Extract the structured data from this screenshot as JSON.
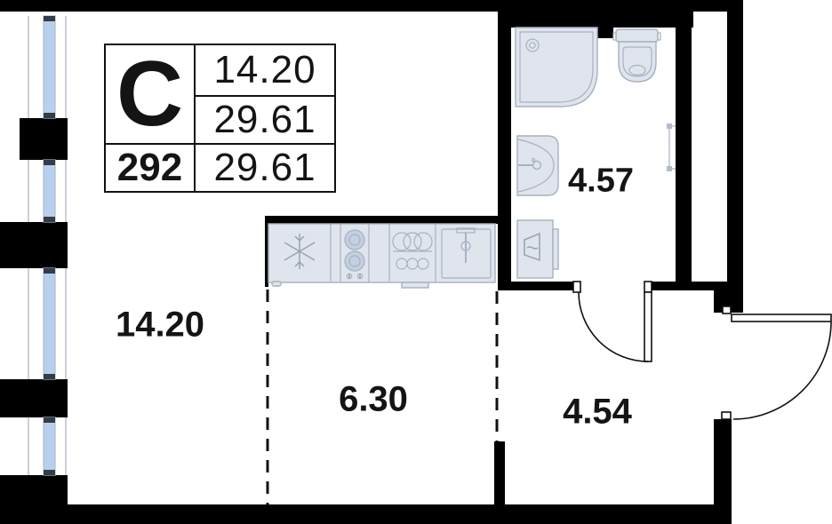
{
  "unit_card": {
    "type_label": "С",
    "area_living": "14.20",
    "area_total": "29.61",
    "unit_number": "292",
    "area_total_repeat": "29.61"
  },
  "rooms": {
    "living": "14.20",
    "kitchen": "6.30",
    "bathroom": "4.57",
    "hallway": "4.54"
  },
  "colors": {
    "wall": "#000000",
    "line": "#111111",
    "text": "#141414",
    "window_glass": "#b7d0ee",
    "window_frame": "#b2bdc9",
    "window_cap": "#333d49",
    "fixture_fill": "#e0e5ed",
    "fixture_stroke": "#a6b1c0",
    "icon_stroke": "#97a2b2",
    "background": "#ffffff"
  }
}
